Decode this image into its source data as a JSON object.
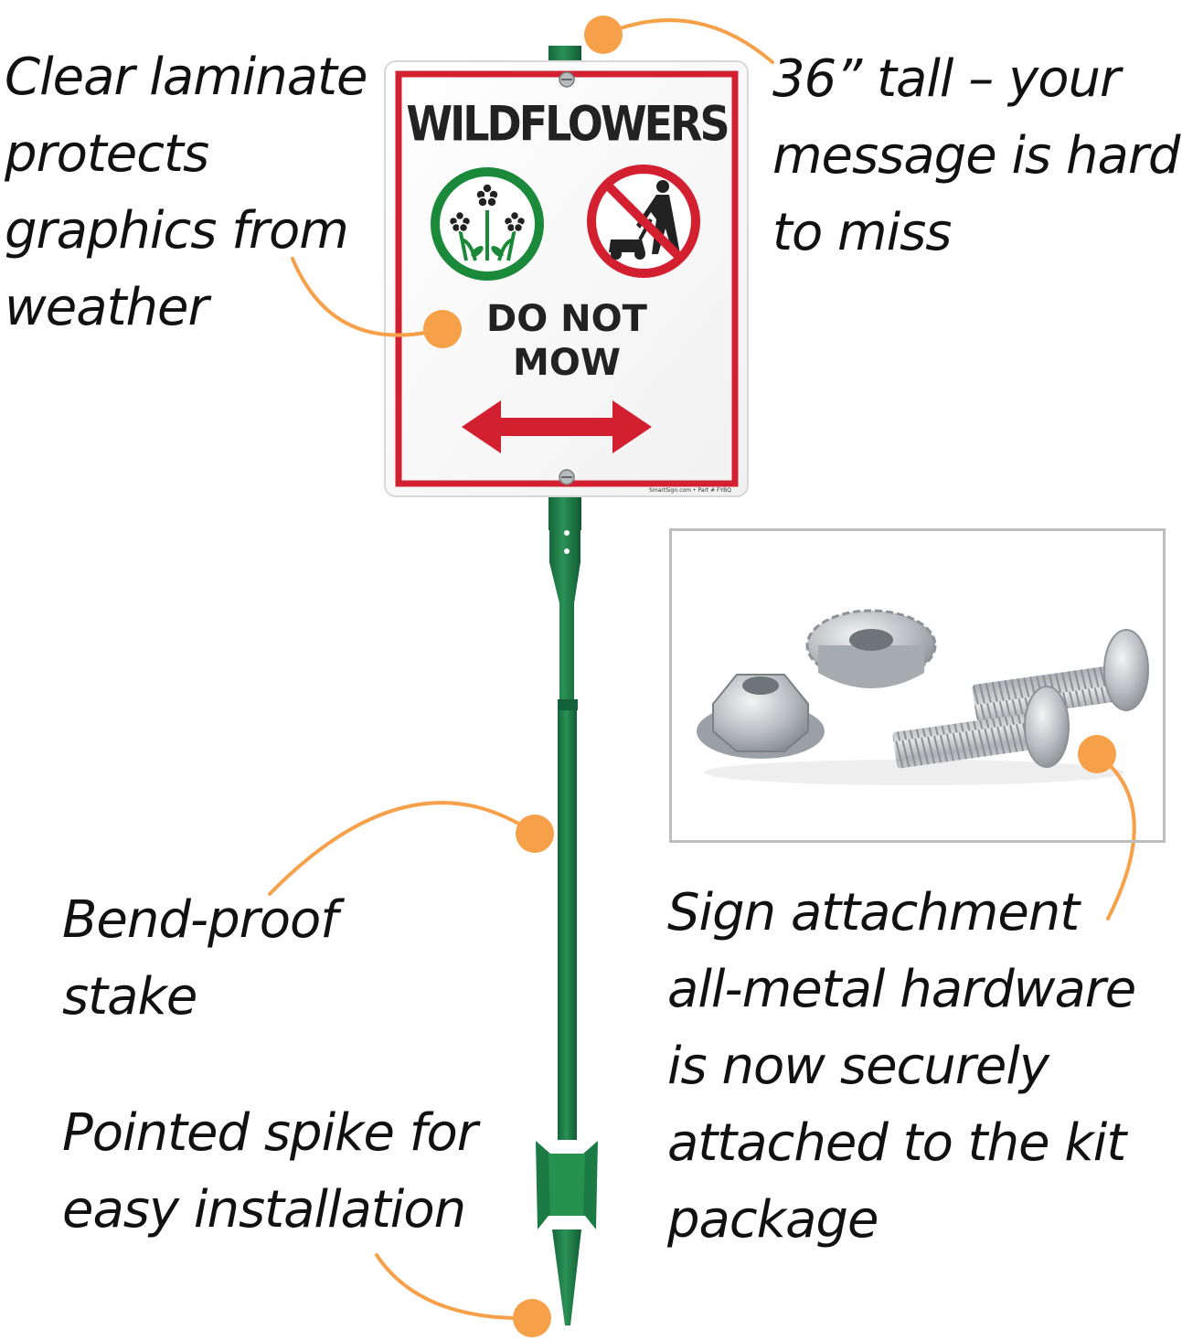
{
  "callouts": {
    "laminate": [
      "Clear laminate",
      "protects",
      "graphics from",
      "weather"
    ],
    "tall": [
      "36” tall – your",
      "message is hard",
      "to miss"
    ],
    "stake": [
      "Bend-proof",
      "stake"
    ],
    "spike": [
      "Pointed spike for",
      "easy installation"
    ],
    "hardware": [
      "Sign attachment",
      "all-metal hardware",
      "is now securely",
      "attached to the kit",
      "package"
    ]
  },
  "sign": {
    "title": "WILDFLOWERS",
    "line1": "DO NOT",
    "line2": "MOW",
    "footer": "SmartSign.com • Part # FYBQ",
    "icons": [
      "flowers-icon",
      "no-mowing-icon",
      "double-arrow-icon"
    ]
  },
  "colors": {
    "accent_orange": "#f7a04a",
    "stake_green": "#1f7a44",
    "sign_red": "#d32030",
    "flower_green": "#1a8a3a"
  }
}
